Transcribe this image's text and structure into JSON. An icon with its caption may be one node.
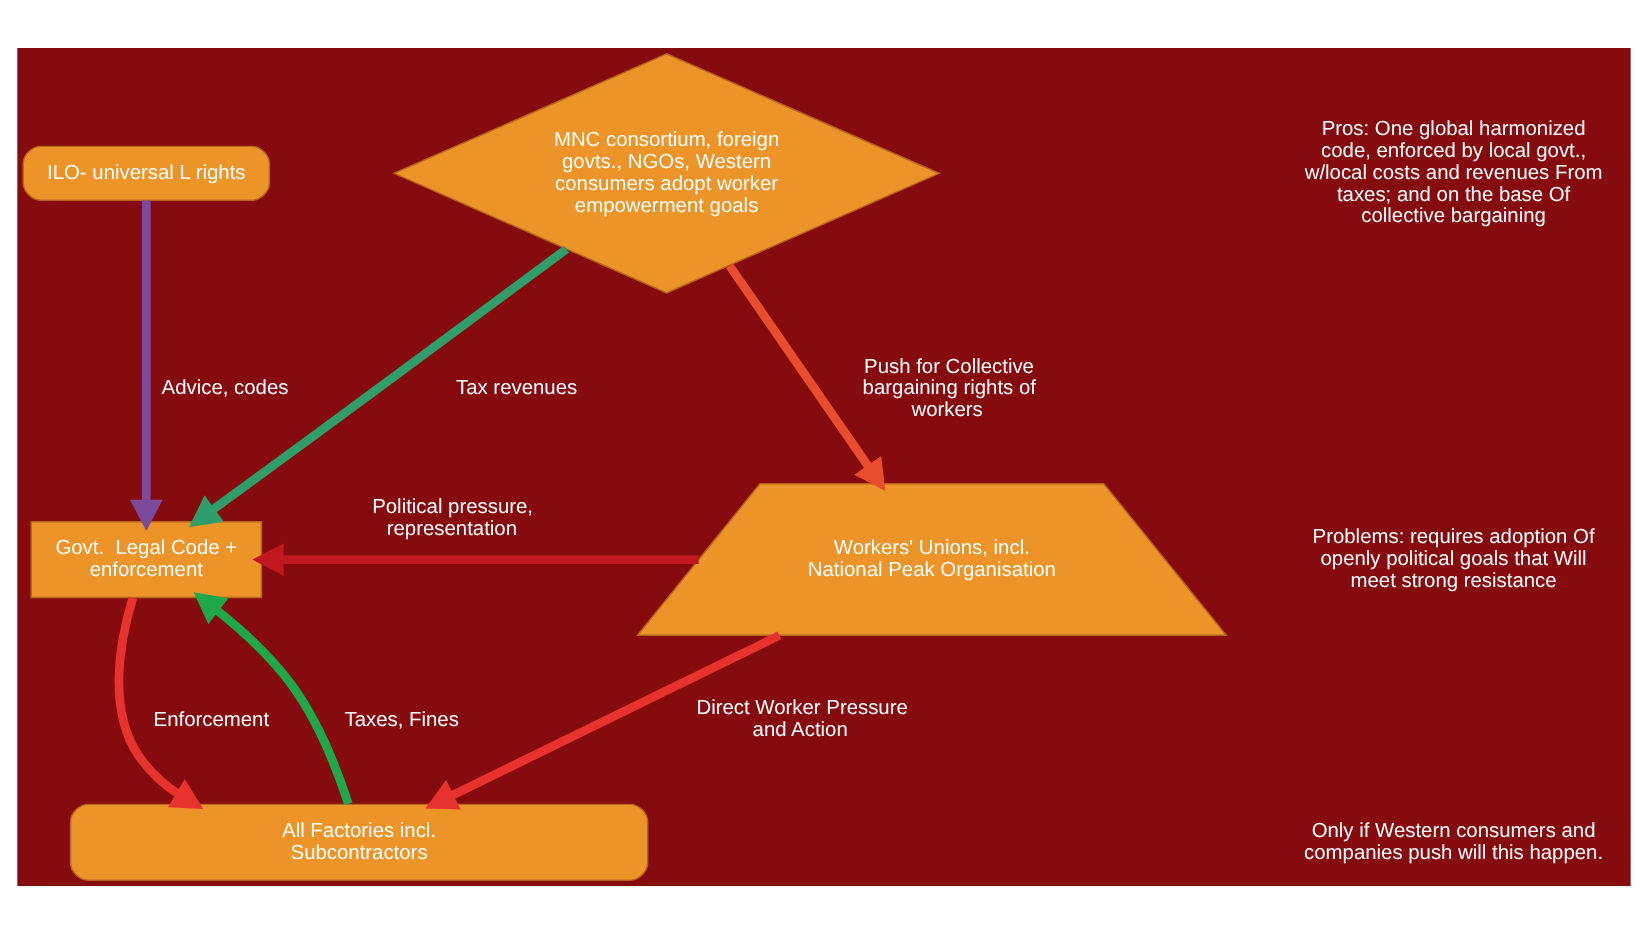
{
  "diagram": {
    "nodes": [
      {
        "text": [
          "ILO- universal L rights"
        ]
      },
      {
        "text": [
          "MNC consortium, foreign govts., NGOs, Western consumers adopt worker empowerment goals"
        ]
      },
      {
        "text": [
          "Govt.  Legal Code + enforcement"
        ]
      },
      {
        "text": [
          "Workers' Unions, incl. National Peak Organisation"
        ]
      },
      {
        "text": [
          "All Factories incl. Subcontractors"
        ]
      }
    ],
    "edges": [
      {
        "from": 0,
        "to": 2,
        "arrow": "to",
        "label": "Advice, codes",
        "color": "#7b4a9a"
      },
      {
        "from": 1,
        "to": 2,
        "arrow": "to",
        "label": "Tax revenues",
        "color": "#2f9e6a"
      },
      {
        "from": 1,
        "to": 3,
        "arrow": "to",
        "label": "Push for Collective bargaining rights of workers",
        "color": "#e84e2e"
      },
      {
        "from": 3,
        "to": 2,
        "arrow": "to",
        "label": "Political pressure, representation",
        "color": "#c0181e"
      },
      {
        "from": 2,
        "to": 4,
        "arrow": "to",
        "label": "Enforcement"
      },
      {
        "from": 4,
        "to": 2,
        "arrow": "to",
        "label": "Taxes, Fines",
        "color": "#1fa84a"
      },
      {
        "from": 3,
        "to": 4,
        "arrow": "to",
        "label": "Direct Worker Pressure and Action"
      }
    ],
    "labels": [
      "Pros: One global harmonized code, enforced by local govt., w/local costs and revenues From taxes; and on the base Of collective bargaining",
      "Problems: requires adoption Of openly political goals that Will meet strong resistance",
      "Only if Western consumers and companies push will this happen."
    ]
  }
}
